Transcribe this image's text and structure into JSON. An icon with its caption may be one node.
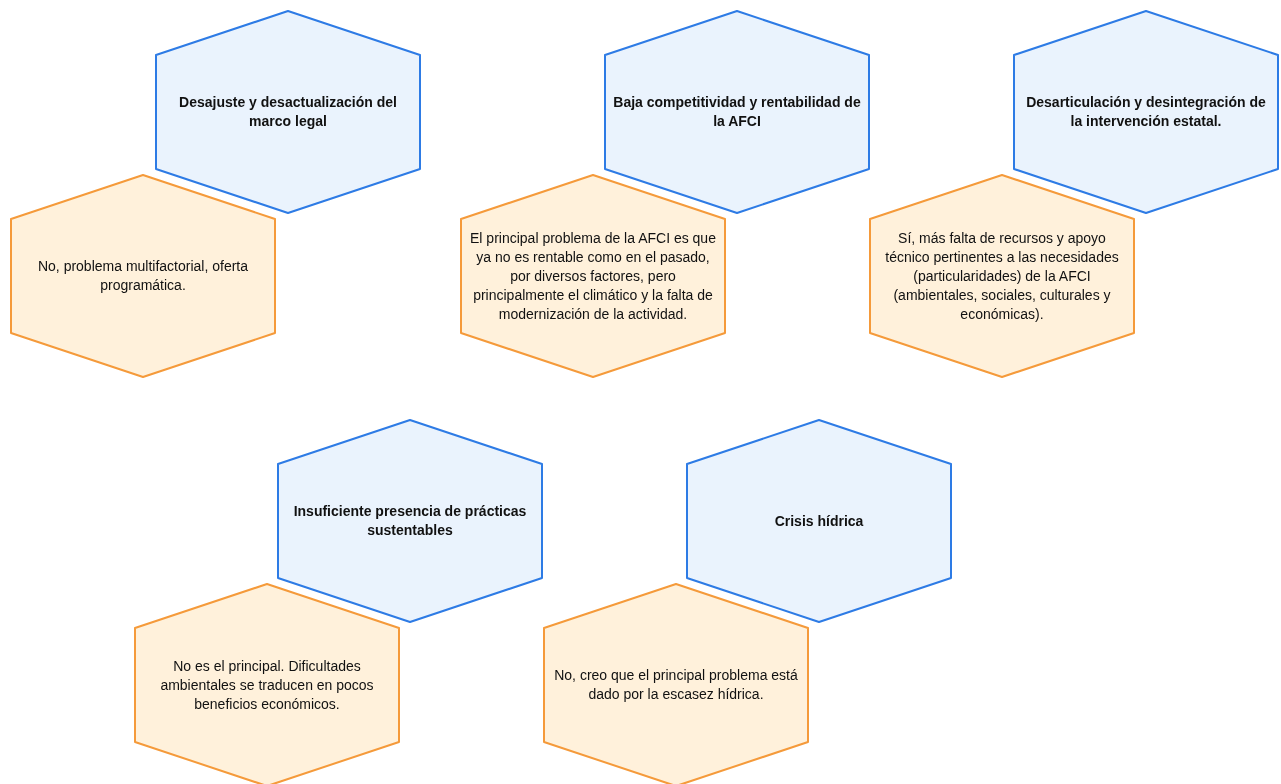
{
  "diagram": {
    "nodes": [
      {
        "text": [
          "Desajuste y desactualización del marco legal"
        ]
      },
      {
        "text": [
          "No, problema multifactorial, oferta programática."
        ]
      },
      {
        "text": [
          "Baja competitividad y rentabilidad de la AFCI"
        ]
      },
      {
        "text": [
          "El principal problema de la AFCI es que ya no es rentable como en el pasado, por diversos factores, pero principalmente el climático y la falta de modernización de la actividad."
        ]
      },
      {
        "text": [
          "Desarticulación y desintegración de la intervención estatal."
        ]
      },
      {
        "text": [
          "Sí, más falta de recursos y apoyo técnico pertinentes a las necesidades (particularidades) de la AFCI (ambientales, sociales, culturales y económicas)."
        ]
      },
      {
        "text": [
          "Insuficiente presencia de prácticas sustentables"
        ]
      },
      {
        "text": [
          "No es el principal. Dificultades ambientales se traducen en pocos beneficios económicos."
        ]
      },
      {
        "text": [
          "Crisis hídrica"
        ]
      },
      {
        "text": [
          "No, creo que el principal problema está dado por la escasez hídrica."
        ]
      }
    ],
    "edges": []
  }
}
